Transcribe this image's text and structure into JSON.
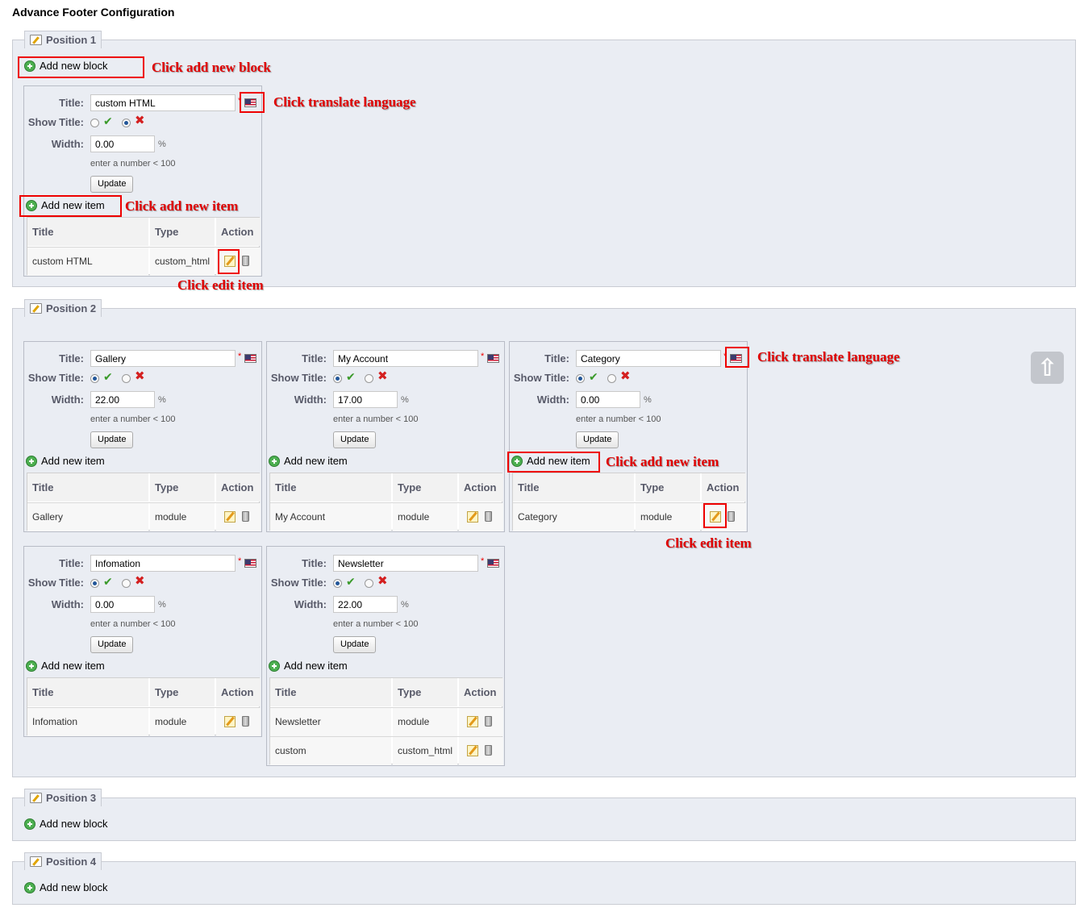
{
  "page_title": "Advance Footer Configuration",
  "labels": {
    "title": "Title:",
    "show_title": "Show Title:",
    "width": "Width:",
    "required": "*",
    "percent": "%",
    "hint": "enter a number < 100",
    "update": "Update",
    "add_new_block": "Add new block",
    "add_new_item": "Add new item",
    "col_title": "Title",
    "col_type": "Type",
    "col_action": "Action"
  },
  "positions": [
    {
      "legend": "Position 1"
    },
    {
      "legend": "Position 2"
    },
    {
      "legend": "Position 3"
    },
    {
      "legend": "Position 4"
    }
  ],
  "blocks": [
    {
      "title": "custom HTML",
      "show_title": false,
      "width": "0.00",
      "items": [
        {
          "title": "custom HTML",
          "type": "custom_html"
        }
      ]
    },
    {
      "title": "Gallery",
      "show_title": true,
      "width": "22.00",
      "items": [
        {
          "title": "Gallery",
          "type": "module"
        }
      ]
    },
    {
      "title": "My Account",
      "show_title": true,
      "width": "17.00",
      "items": [
        {
          "title": "My Account",
          "type": "module"
        }
      ]
    },
    {
      "title": "Category",
      "show_title": true,
      "width": "0.00",
      "items": [
        {
          "title": "Category",
          "type": "module"
        }
      ]
    },
    {
      "title": "Infomation",
      "show_title": true,
      "width": "0.00",
      "items": [
        {
          "title": "Infomation",
          "type": "module"
        }
      ]
    },
    {
      "title": "Newsletter",
      "show_title": true,
      "width": "22.00",
      "items": [
        {
          "title": "Newsletter",
          "type": "module"
        },
        {
          "title": "custom",
          "type": "custom_html"
        }
      ]
    }
  ],
  "annotations": {
    "add_block": "Click add new block",
    "translate_1": "Click translate language",
    "add_item_1": "Click add new item",
    "edit_item_1": "Click edit item",
    "translate_2": "Click translate language",
    "add_item_2": "Click add new item",
    "edit_item_2": "Click edit item"
  },
  "colors": {
    "annotation_red": "#e00000",
    "panel_bg": "#eaedf3",
    "label": "#585a69"
  },
  "icons": [
    "plus-icon",
    "flag-icon",
    "check-icon",
    "cross-icon",
    "edit-icon",
    "trash-icon",
    "arrow-up-icon",
    "position-icon"
  ]
}
